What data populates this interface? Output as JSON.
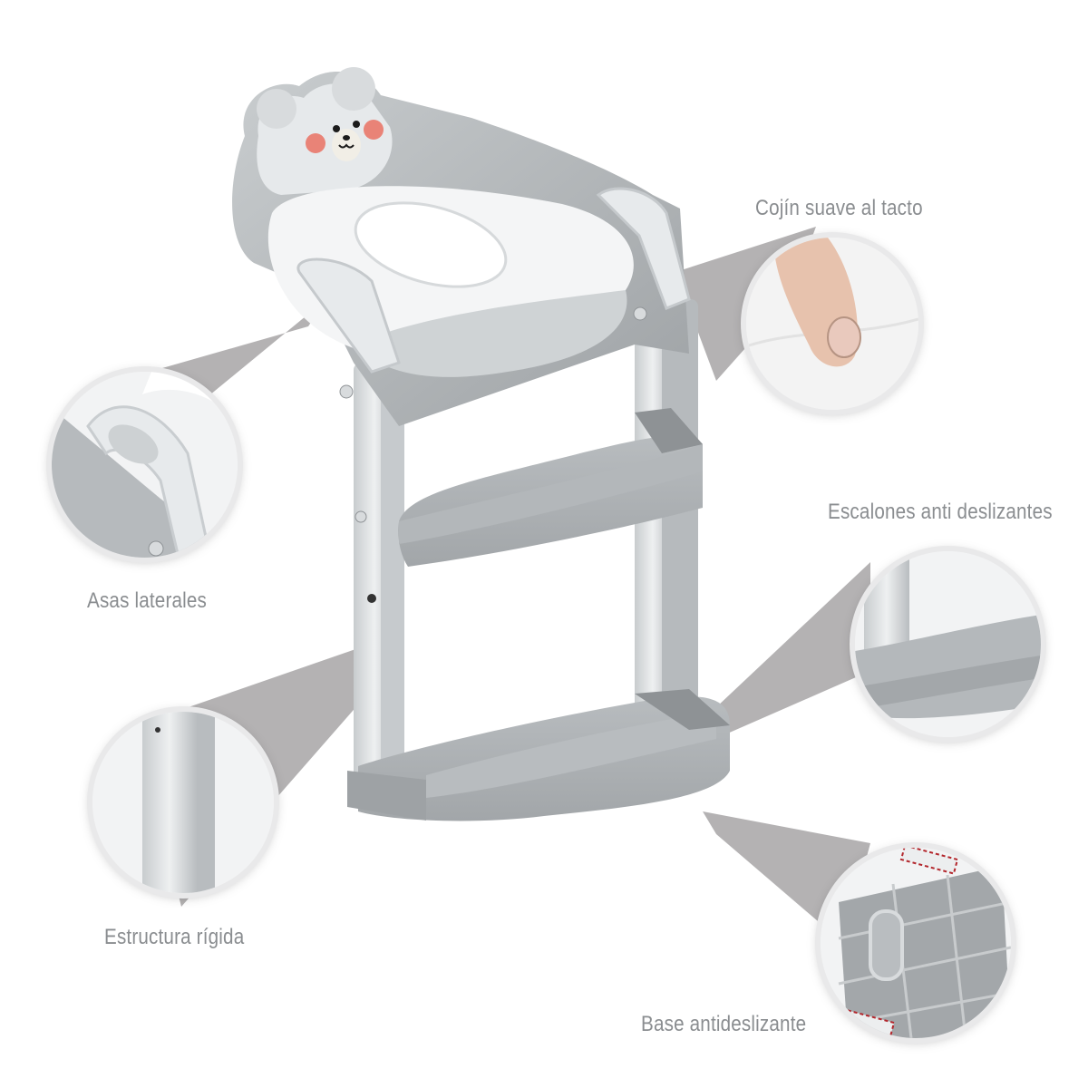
{
  "product": {
    "name": "potty training seat with step ladder",
    "colors": {
      "body_gray": "#a9adb0",
      "light_gray": "#dfe2e4",
      "white_part": "#f4f5f6",
      "cheek_pink": "#e98377",
      "connector_gray": "#a7a5a6",
      "label_gray": "#8a8d90",
      "base_red_accent": "#b3262c"
    }
  },
  "callouts": [
    {
      "id": "cushion",
      "label": "Cojín suave al tacto",
      "detail": "finger pressing soft white cushion"
    },
    {
      "id": "handles",
      "label": "Asas laterales",
      "detail": "side handle close-up"
    },
    {
      "id": "steps",
      "label": "Escalones anti deslizantes",
      "detail": "textured step close-up"
    },
    {
      "id": "frame",
      "label": "Estructura rígida",
      "detail": "frame leg close-up"
    },
    {
      "id": "base",
      "label": "Base antideslizante",
      "detail": "underside of base with non-slip pads"
    }
  ]
}
